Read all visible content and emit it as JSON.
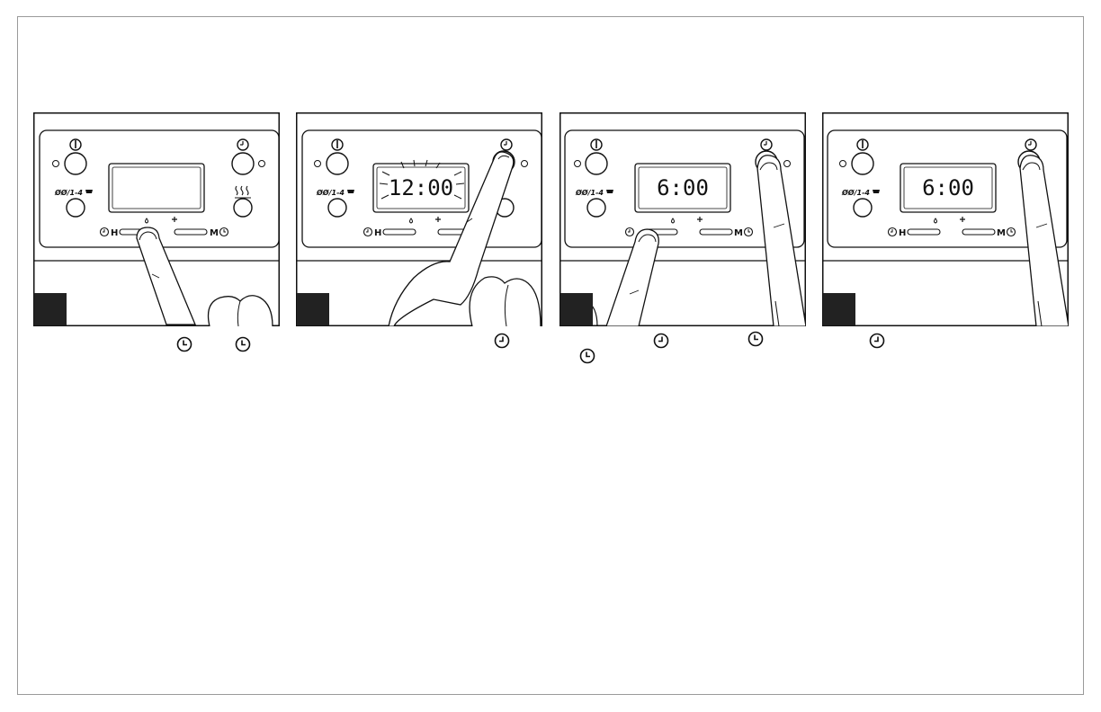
{
  "panels": [
    {
      "step": "",
      "display": "",
      "labels": {
        "power": "I",
        "strength": "ØØ/1-4",
        "hour": "H",
        "minute": "M"
      }
    },
    {
      "step": "",
      "display": "12:00",
      "labels": {
        "power": "I",
        "strength": "ØØ/1-4",
        "hour": "H",
        "minute": "M"
      }
    },
    {
      "step": "",
      "display": "6:00",
      "labels": {
        "power": "I",
        "strength": "ØØ/1-4",
        "hour": "H",
        "minute": "M"
      }
    },
    {
      "step": "",
      "display": "6:00",
      "labels": {
        "power": "I",
        "strength": "ØØ/1-4",
        "hour": "H",
        "minute": "M"
      }
    }
  ],
  "captions": [
    {
      "icons": [
        "clock-icon",
        "clock-icon"
      ]
    },
    {
      "icons": [
        "program-clock-icon"
      ]
    },
    {
      "icons": [
        "program-clock-icon",
        "clock-icon",
        "clock-icon"
      ]
    },
    {
      "icons": [
        "program-clock-icon"
      ]
    }
  ]
}
